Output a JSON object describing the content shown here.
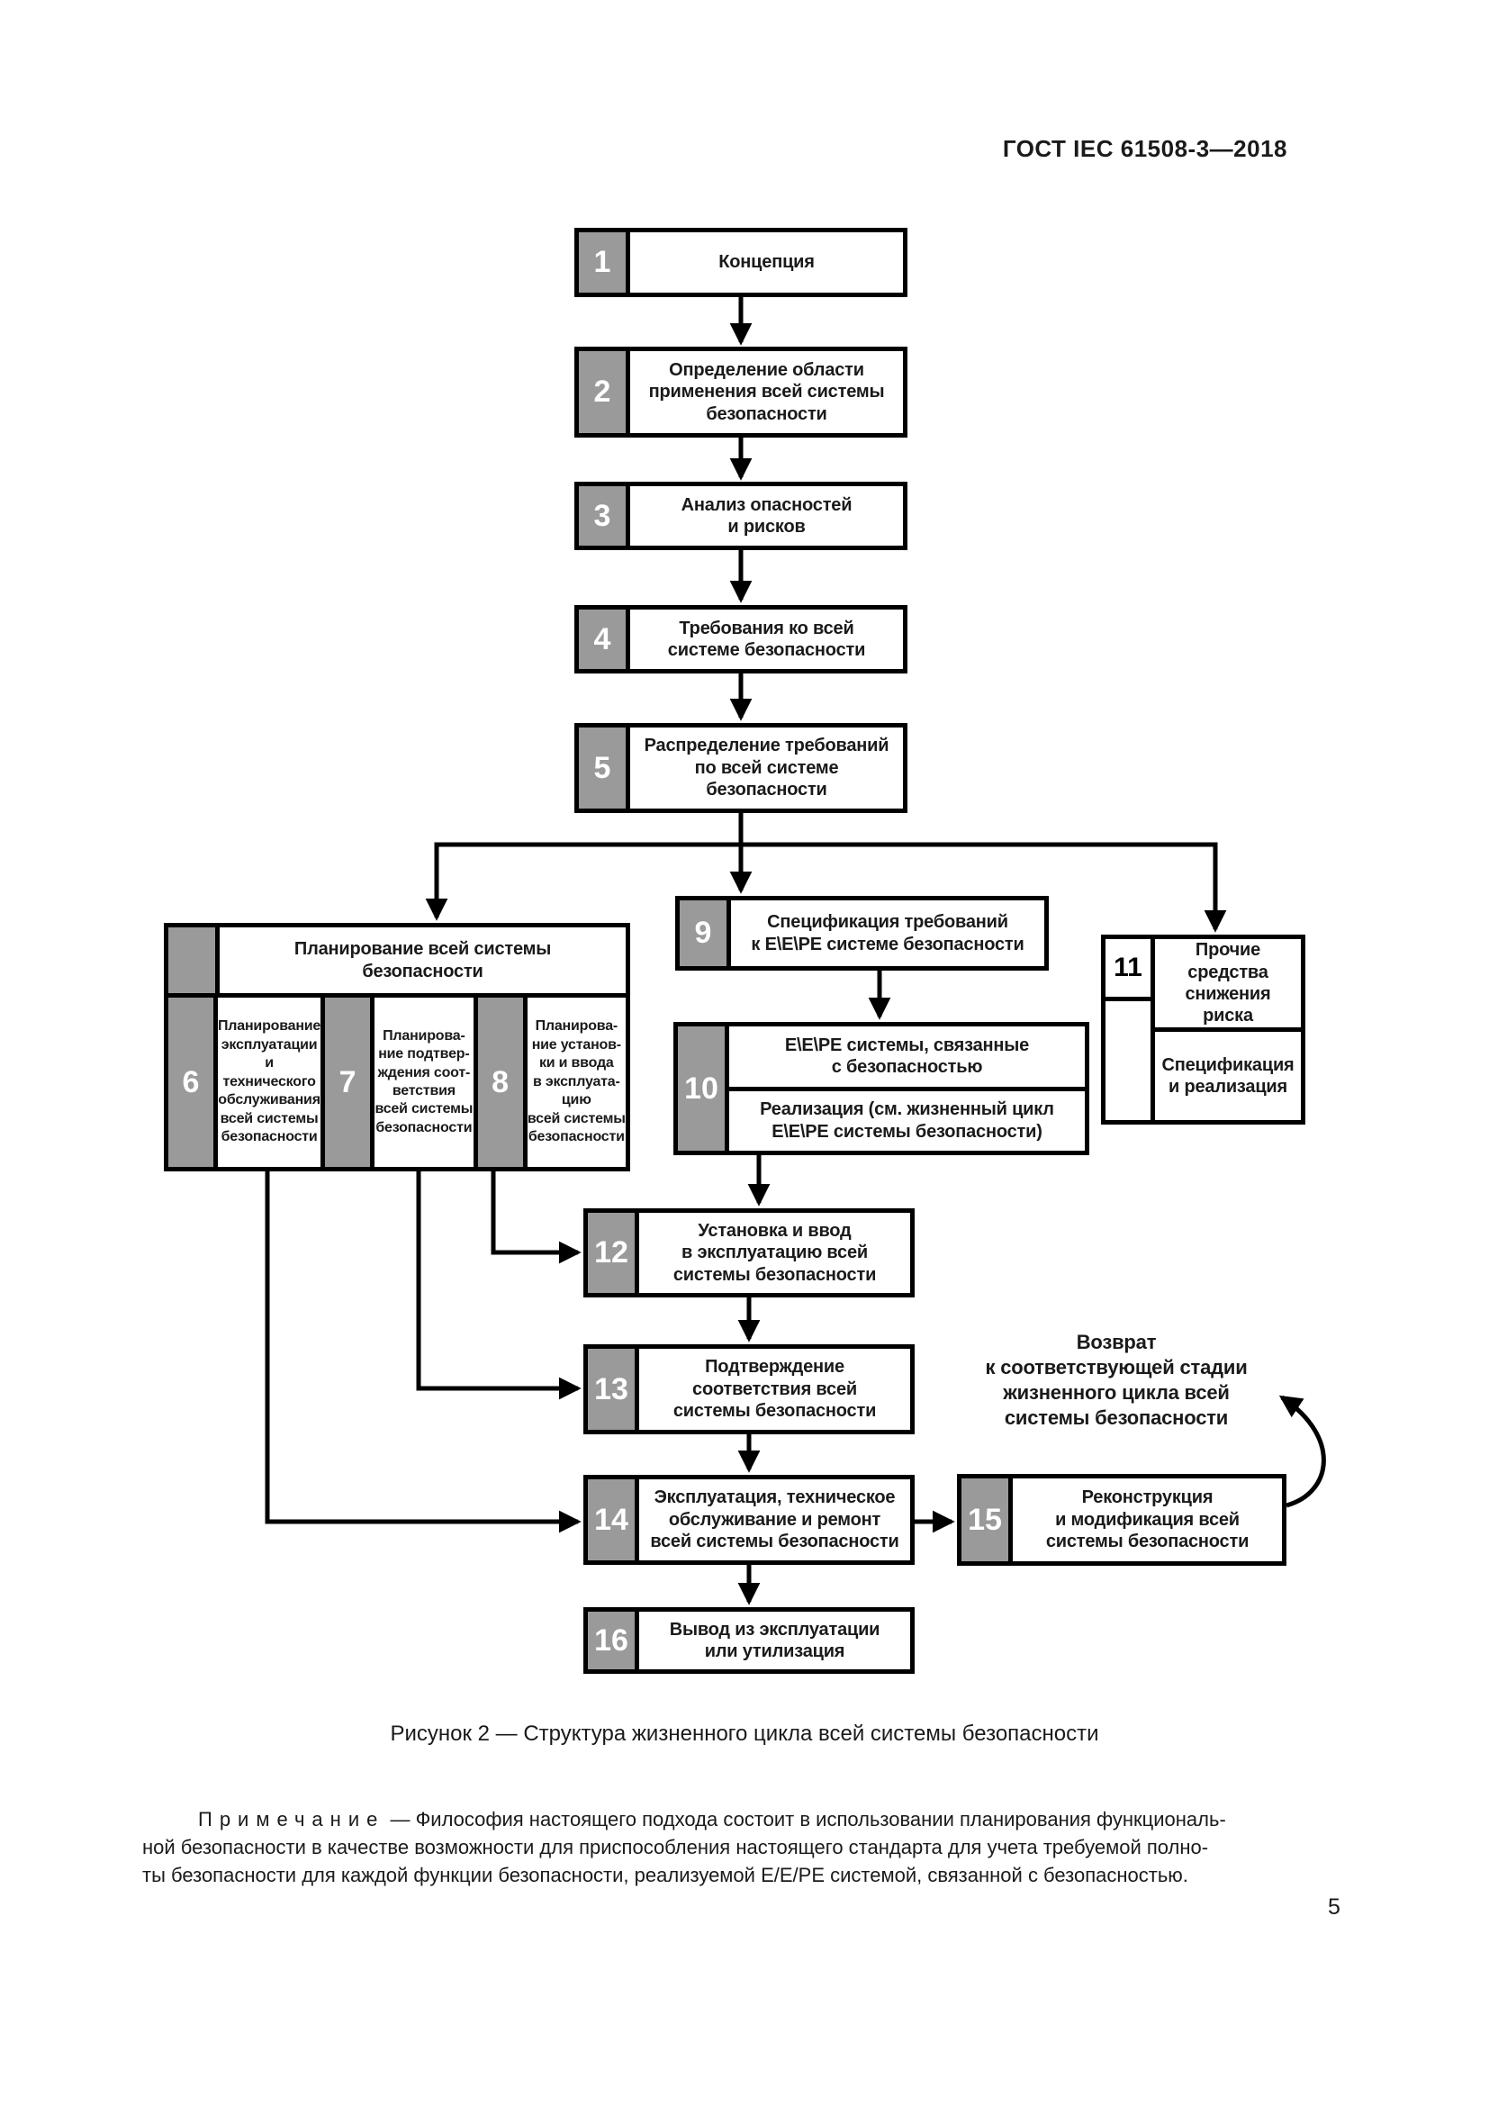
{
  "page": {
    "header": "ГОСТ IEC 61508-3—2018",
    "figure_caption": "Рисунок 2 — Структура жизненного цикла всей системы безопасности",
    "note_label": "Примечание",
    "note_body": " — Философия настоящего подхода состоит в использовании планирования функциональ-\nной безопасности в качестве возможности для приспособления настоящего стандарта для учета требуемой полно-\nты безопасности для каждой функции безопасности, реализуемой Е/Е/РЕ системой, связанной с безопасностью.",
    "page_number": "5"
  },
  "flowchart": {
    "return_note": "Возврат\nк соответствующей стадии\nжизненного цикла всей\nсистемы безопасности",
    "planning": {
      "title": "Планирование всей системы\nбезопасности",
      "sub6": {
        "num": "6",
        "label": "Планирование\nэксплуатации\nи технического\nобслуживания\nвсей системы\nбезопасности"
      },
      "sub7": {
        "num": "7",
        "label": "Планирова-\nние подтвер-\nждения соот-\nветствия\nвсей системы\nбезопасности"
      },
      "sub8": {
        "num": "8",
        "label": "Планирова-\nние установ-\nки и ввода\nв эксплуата-\nцию\nвсей системы\nбезопасности"
      }
    },
    "stages": {
      "1": {
        "num": "1",
        "label": "Концепция"
      },
      "2": {
        "num": "2",
        "label": "Определение области\nприменения всей системы\nбезопасности"
      },
      "3": {
        "num": "3",
        "label": "Анализ опасностей\nи рисков"
      },
      "4": {
        "num": "4",
        "label": "Требования ко всей\nсистеме безопасности"
      },
      "5": {
        "num": "5",
        "label": "Распределение требований\nпо всей системе\nбезопасности"
      },
      "9": {
        "num": "9",
        "label": "Спецификация требований\nк E\\E\\PE системе безопасности"
      },
      "10": {
        "num": "10",
        "label_top": "E\\E\\PE системы, связанные\nс безопасностью",
        "label_bottom": "Реализация (см. жизненный цикл\nE\\E\\PE системы безопасности)"
      },
      "11": {
        "num": "11",
        "label_top": "Прочие\nсредства\nснижения\nриска",
        "label_bottom": "Спецификация\nи реализация"
      },
      "12": {
        "num": "12",
        "label": "Установка и ввод\nв эксплуатацию всей\nсистемы безопасности"
      },
      "13": {
        "num": "13",
        "label": "Подтверждение\nсоответствия всей\nсистемы безопасности"
      },
      "14": {
        "num": "14",
        "label": "Эксплуатация, техническое\nобслуживание и ремонт\nвсей системы безопасности"
      },
      "15": {
        "num": "15",
        "label": "Реконструкция\nи модификация всей\nсистемы безопасности"
      },
      "16": {
        "num": "16",
        "label": "Вывод из эксплуатации\nили утилизация"
      }
    }
  },
  "colors": {
    "tab_gray": "#9a9a9a",
    "line_black": "#000000"
  }
}
